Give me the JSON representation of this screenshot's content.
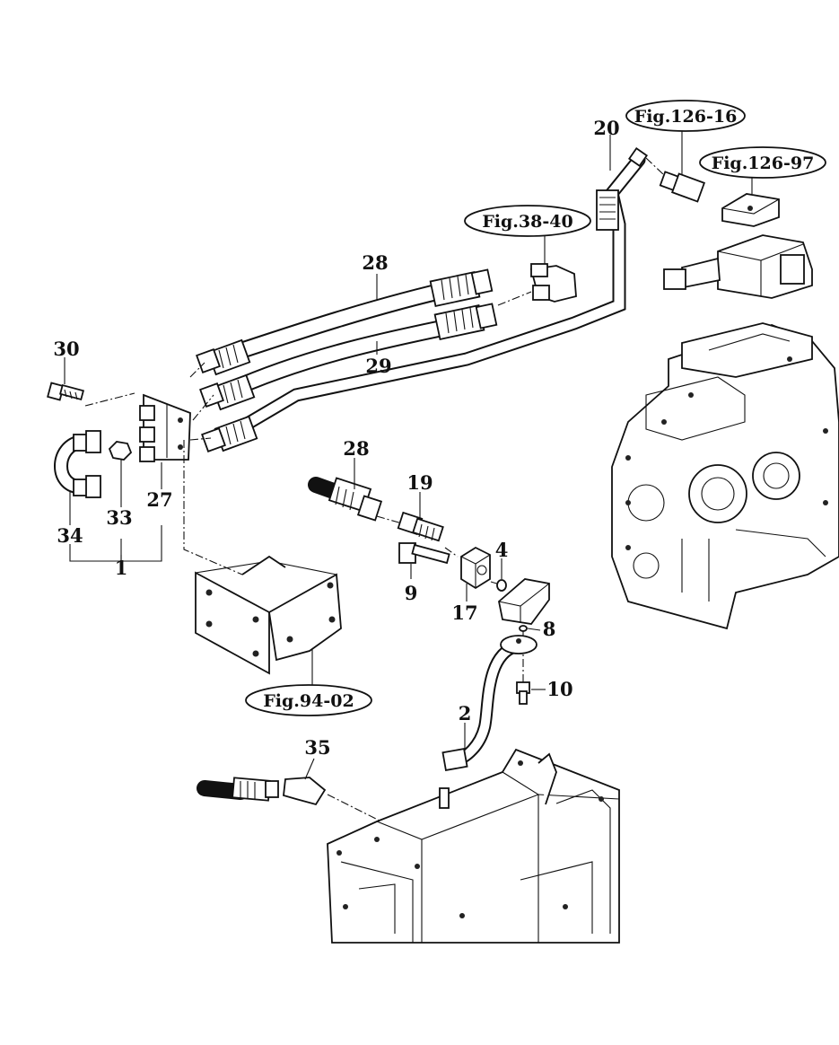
{
  "callouts": {
    "c1": "1",
    "c2": "2",
    "c4": "4",
    "c8": "8",
    "c9": "9",
    "c10": "10",
    "c17": "17",
    "c19": "19",
    "c20": "20",
    "c27": "27",
    "c28a": "28",
    "c28b": "28",
    "c29": "29",
    "c30": "30",
    "c33": "33",
    "c34": "34",
    "c35": "35"
  },
  "references": {
    "fig126_16": "Fig.126-16",
    "fig126_97": "Fig.126-97",
    "fig38_40": "Fig.38-40",
    "fig94_02": "Fig.94-02"
  }
}
